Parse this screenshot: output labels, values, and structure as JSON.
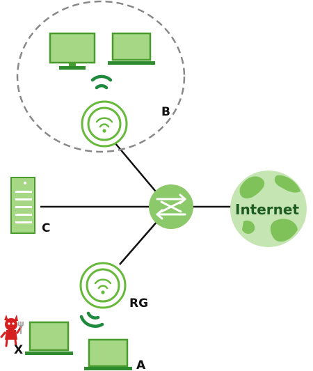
{
  "labels": {
    "b": "B",
    "c": "C",
    "rg": "RG",
    "x": "X",
    "a": "A",
    "internet": "Internet"
  },
  "colors": {
    "device_fill": "#a6d785",
    "device_stroke": "#4a9b2e",
    "device_dark": "#2e8b2e",
    "wifi_arc": "#1e8a3c",
    "ap_ring": "#66b93a",
    "switch_fill": "#8cc96a",
    "globe_fill": "#c5e6b3",
    "globe_land": "#7fc25a",
    "internet_text": "#1e5c24",
    "line": "#111111",
    "dashed": "#888888",
    "devil": "#d62020"
  },
  "icons": {
    "monitor": "desktop-monitor-icon",
    "laptop": "laptop-icon",
    "access_point": "wireless-access-point-icon",
    "switch": "network-switch-icon",
    "server": "server-icon",
    "globe": "globe-icon",
    "hacker": "devil-hacker-icon"
  }
}
